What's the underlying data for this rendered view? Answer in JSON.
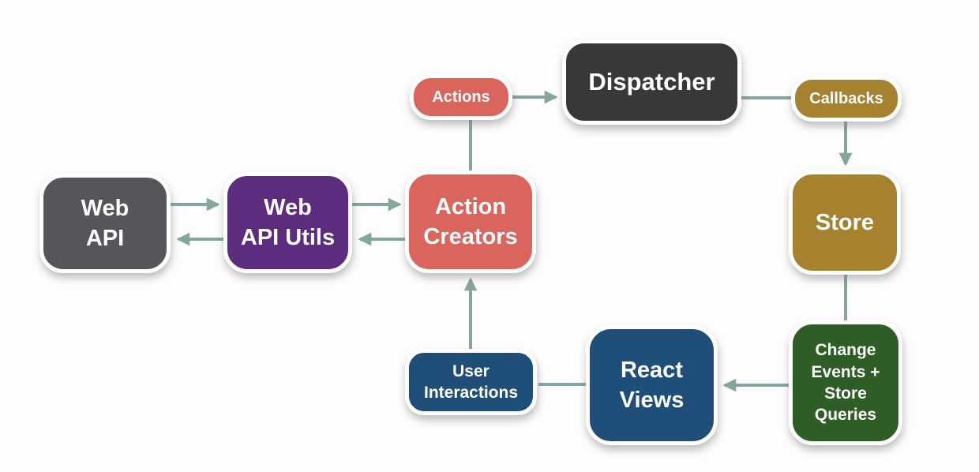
{
  "diagram": {
    "type": "flowchart",
    "background": "#fdfdfd",
    "arrow_color": "#83a69f",
    "text_color": "#ffffff"
  },
  "nodes": {
    "web_api": {
      "label": "Web\nAPI",
      "color": "#55565a",
      "shape": "rounded-box"
    },
    "web_api_utils": {
      "label": "Web\nAPI Utils",
      "color": "#5c2d7e",
      "shape": "rounded-box"
    },
    "action_creators": {
      "label": "Action\nCreators",
      "color": "#d9655c",
      "shape": "rounded-box"
    },
    "actions": {
      "label": "Actions",
      "color": "#d9655c",
      "shape": "pill"
    },
    "dispatcher": {
      "label": "Dispatcher",
      "color": "#3a3737",
      "shape": "rounded-box"
    },
    "callbacks": {
      "label": "Callbacks",
      "color": "#a6812e",
      "shape": "pill"
    },
    "store": {
      "label": "Store",
      "color": "#a6812e",
      "shape": "rounded-box"
    },
    "change_events": {
      "label": "Change\nEvents +\nStore\nQueries",
      "color": "#2e5e26",
      "shape": "rounded-box"
    },
    "react_views": {
      "label": "React\nViews",
      "color": "#1f4e79",
      "shape": "rounded-box"
    },
    "user_interactions": {
      "label": "User\nInteractions",
      "color": "#1f4e79",
      "shape": "pill"
    }
  },
  "edges": [
    {
      "from": "web_api",
      "to": "web_api_utils",
      "arrowhead": true
    },
    {
      "from": "web_api_utils",
      "to": "web_api",
      "arrowhead": true
    },
    {
      "from": "web_api_utils",
      "to": "action_creators",
      "arrowhead": true
    },
    {
      "from": "action_creators",
      "to": "web_api_utils",
      "arrowhead": true
    },
    {
      "from": "action_creators",
      "to": "actions",
      "arrowhead": false
    },
    {
      "from": "actions",
      "to": "dispatcher",
      "arrowhead": true
    },
    {
      "from": "dispatcher",
      "to": "callbacks",
      "arrowhead": false
    },
    {
      "from": "callbacks",
      "to": "store",
      "arrowhead": true
    },
    {
      "from": "store",
      "to": "change_events",
      "arrowhead": false
    },
    {
      "from": "change_events",
      "to": "react_views",
      "arrowhead": true
    },
    {
      "from": "react_views",
      "to": "user_interactions",
      "arrowhead": false
    },
    {
      "from": "user_interactions",
      "to": "action_creators",
      "arrowhead": true
    }
  ]
}
